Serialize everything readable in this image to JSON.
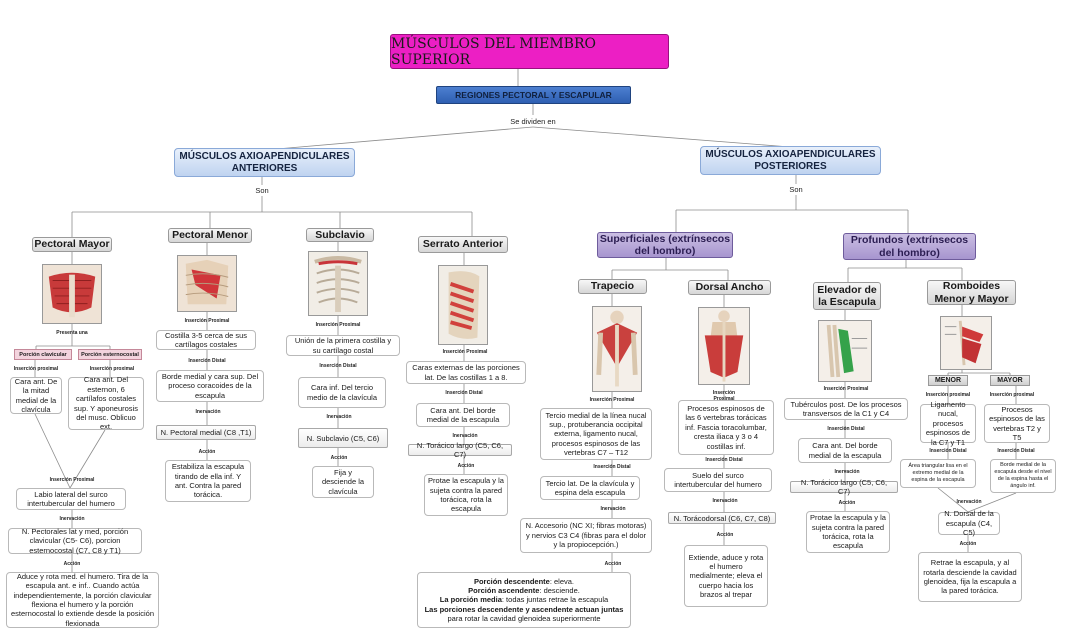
{
  "title": "MÚSCULOS DEL MIEMBRO SUPERIOR",
  "region": "REGIONES PECTORAL Y ESCAPULAR",
  "se_dividen": "Se dividen en",
  "son": "Son",
  "presenta_una": "Presenta una",
  "lbl_ins_prox": "Inserción proximal",
  "lbl_ins_prox_cap": "Inserción Proximal",
  "lbl_ins_dist": "Inserción Distal",
  "lbl_inervacion": "Inervación",
  "lbl_accion": "Acción",
  "anteriores": {
    "title": "MÚSCULOS AXIOAPENDICULARES ANTERIORES",
    "pectoral_mayor": {
      "name": "Pectoral Mayor",
      "porcion_clavicular": "Porción clavicular",
      "porcion_esternocostal": "Porción esternocostal",
      "clav_prox": "Cara ant. De la mitad medial de la clavícula",
      "ester_prox": "Cara ant. Del esternon, 6 cartílafos costales sup. Y aponeurosis del musc. Oblicuo ext.",
      "distal": "Labio lateral del surco intertubercular del humero",
      "inervacion": "N. Pectorales lat y med, porción clavicular (C5- C6), porcion esternocostal (C7, C8 y T1)",
      "accion": "Aduce y rota med. el humero. Tira de la escapula ant. e inf.. Cuando actúa independientemente, la porción clavicular flexiona el humero y la porción esternocostal lo extiende desde la posición flexionada"
    },
    "pectoral_menor": {
      "name": "Pectoral Menor",
      "prox": "Costilla 3-5 cerca de sus cartílagos costales",
      "distal": "Borde medial y cara sup. Del proceso coracoides de la escapula",
      "inervacion": "N. Pectoral medial (C8 ,T1)",
      "accion": "Estabiliza la escapula tirando de ella inf. Y ant. Contra la pared torácica."
    },
    "subclavio": {
      "name": "Subclavio",
      "prox": "Unión de la primera costilla y su cartílago costal",
      "distal": "Cara inf. Del tercio medio de la clavícula",
      "inervacion": "N. Subclavio (C5, C6)",
      "accion": "Fija y desciende la clavícula"
    },
    "serrato": {
      "name": "Serrato Anterior",
      "prox": "Caras externas de las porciones lat. De las costillas 1 a 8.",
      "distal": "Cara ant. Del borde medial de la escapula",
      "inervacion": "N. Torácico largo (C5, C6, C7)",
      "accion": "Protae la escapula y la sujeta contra la pared torácica, rota la escapula"
    }
  },
  "posteriores": {
    "title": "MÚSCULOS AXIOAPENDICULARES POSTERIORES",
    "superficiales": "Superficiales (extrínsecos del hombro)",
    "profundos": "Profundos (extrínsecos del hombro)",
    "trapecio": {
      "name": "Trapecio",
      "prox": "Tercio medial de la línea nucal sup., protuberancia occipital externa, ligamento nucal, procesos espinosos de las vertebras C7 – T12",
      "distal": "Tercio lat. De la clavícula y espina dela escapula",
      "inervacion": "N. Accesorio (NC XI; fibras motoras) y nervios C3 C4 (fibras para el dolor y la propiocepción.)",
      "accion_1b": "Porción descendente",
      "accion_1": ": eleva.",
      "accion_2b": "Porción ascendente",
      "accion_2": ": desciende.",
      "accion_3b": "La porción media",
      "accion_3": ": todas juntas retrae la escapula",
      "accion_4b": "Las porciones descendente y ascendente actuan juntas",
      "accion_5": "para rotar la cavidad glenoidea superiormente"
    },
    "dorsal": {
      "name": "Dorsal Ancho",
      "prox": "Procesos espinosos de las 6 vertebras torácicas inf. Fascia toracolumbar, cresta iliaca y 3 o 4 costillas inf.",
      "distal": "Suelo del surco intertubercular del humero",
      "inervacion": "N. Torácodorsal (C6, C7, C8)",
      "accion": "Extiende, aduce y rota el humero medialmente; eleva el cuerpo hacia los brazos al trepar"
    },
    "elevador": {
      "name": "Elevador de la Escapula",
      "prox": "Tubérculos post. De los procesos transversos de la C1 y C4",
      "distal": "Cara ant. Del borde medial de la escapula",
      "inervacion": "N. Torácico largo (C5, C6, C7)",
      "accion": "Protae la escapula y la sujeta contra la pared torácica, rota la escapula"
    },
    "romboides": {
      "name": "Romboides Menor y Mayor",
      "menor": "MENOR",
      "mayor": "MAYOR",
      "menor_prox": "Ligamento nucal, procesos espinosos de la C7 y T1",
      "mayor_prox": "Procesos espinosos de las vertebras T2 y T5",
      "menor_dist": "Área triangular lisa en el extremo medial de la espina de la escapula",
      "mayor_dist": "Borde medial de la escapula desde el nivel de la espina hasta el ángulo inf.",
      "inervacion": "N. Dorsal de la escapula (C4, C5)",
      "accion": "Retrae la escapula, y al rotarla desciende la cavidad glenoidea, fija la escapula a la pared torácica."
    }
  }
}
